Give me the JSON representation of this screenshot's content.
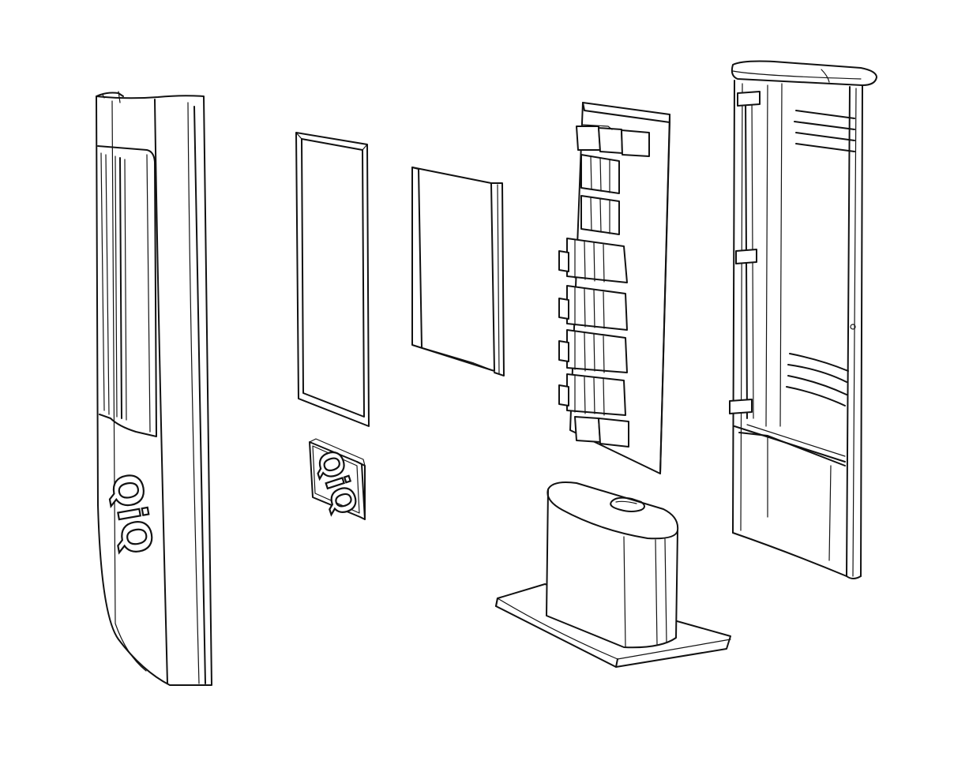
{
  "drawing": {
    "type": "exploded-view line drawing",
    "stroke_color": "#111111",
    "background_color": "#ffffff"
  },
  "logo": {
    "panel_text": "QiQ",
    "badge_text": "QiQ"
  }
}
